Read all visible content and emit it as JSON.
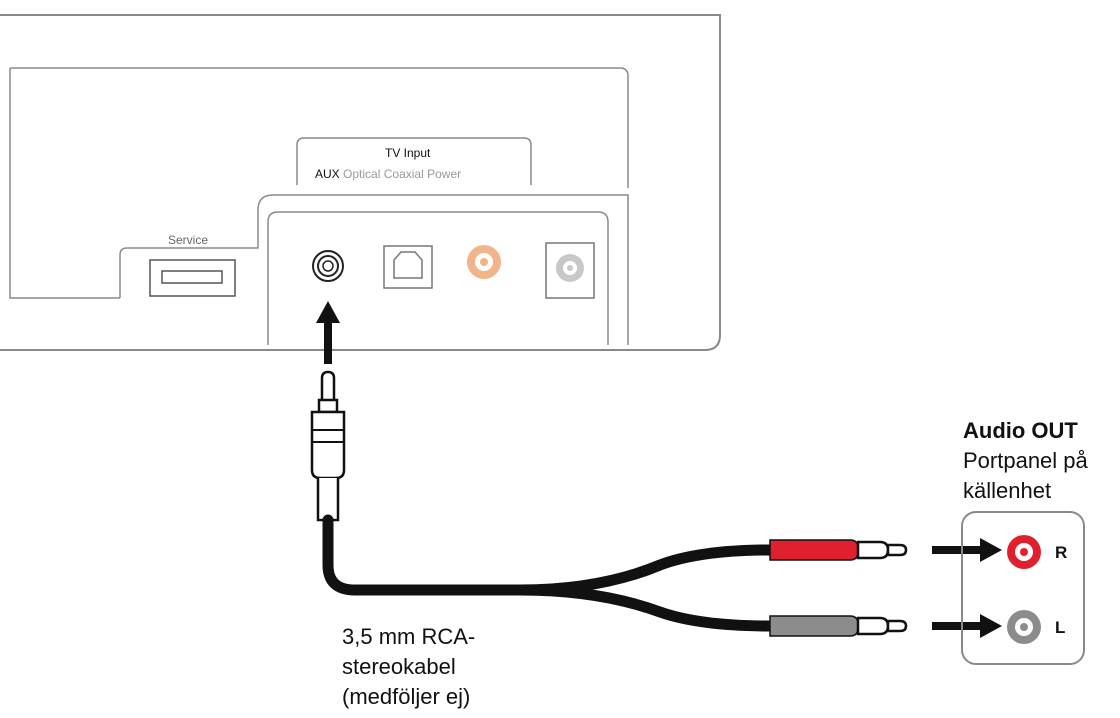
{
  "soundbar": {
    "service_label": "Service",
    "tv_input_label": "TV Input",
    "ports": {
      "aux": "AUX",
      "optical": "Optical",
      "coaxial": "Coaxial",
      "power": "Power"
    }
  },
  "source_panel": {
    "heading": "Audio OUT",
    "subtitle_line1": "Portpanel på",
    "subtitle_line2": "källenhet",
    "right_label": "R",
    "left_label": "L"
  },
  "cable": {
    "caption_line1": "3,5 mm RCA-",
    "caption_line2": "stereokabel",
    "caption_line3": "(medföljer ej)"
  },
  "colors": {
    "outline": "#8a8a8a",
    "coax_orange": "#f2b48a",
    "rca_red": "#e0202e",
    "rca_gray": "#8c8c8c",
    "cable": "#111111"
  }
}
